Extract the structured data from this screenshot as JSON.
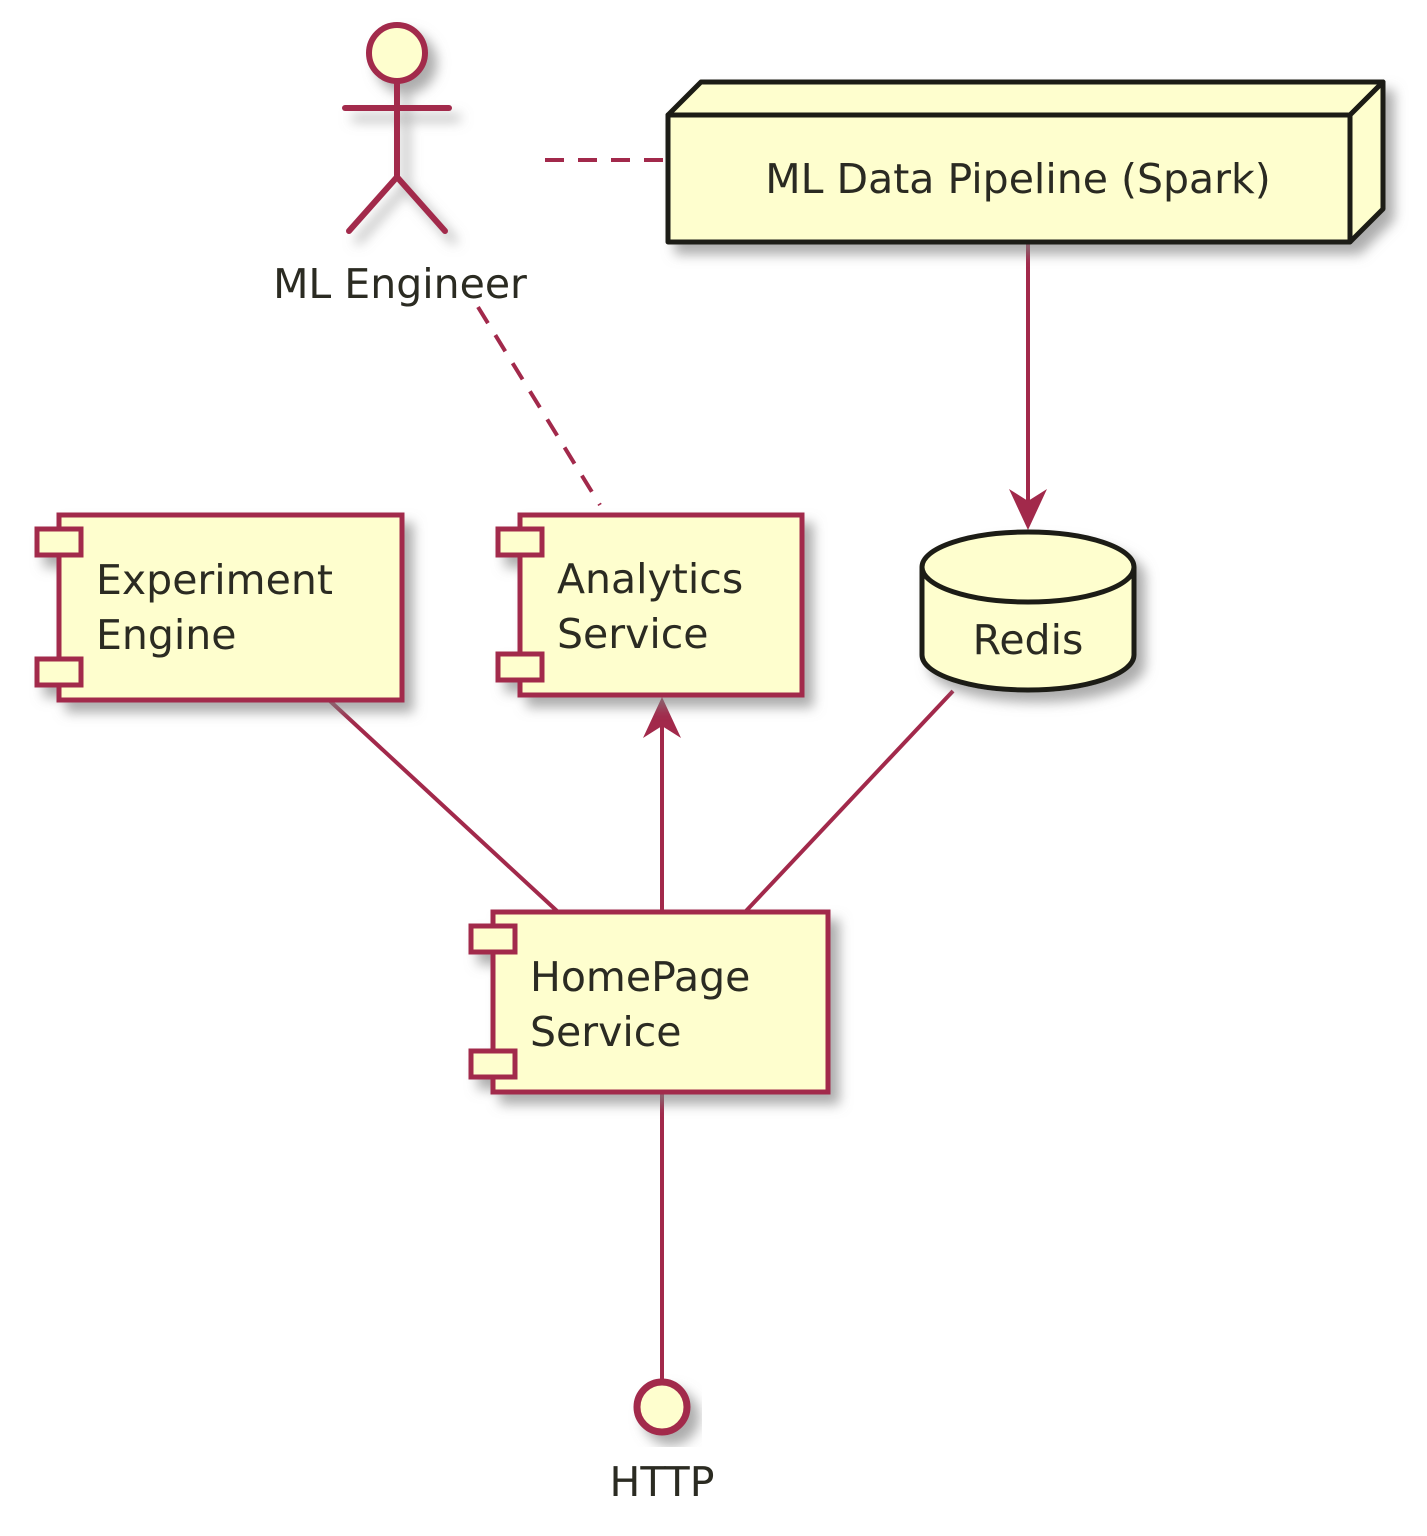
{
  "diagram": {
    "kind": "uml-component-diagram",
    "background": "#FFFFFF"
  },
  "actor": {
    "label": "ML Engineer",
    "shape": "stick-figure"
  },
  "nodes": {
    "pipeline": {
      "label": "ML Data Pipeline (Spark)",
      "shape": "node-3d-box"
    },
    "experiment": {
      "lines": [
        "Experiment",
        "Engine"
      ],
      "shape": "component"
    },
    "analytics": {
      "lines": [
        "Analytics",
        "Service"
      ],
      "shape": "component"
    },
    "homepage": {
      "lines": [
        "HomePage",
        "Service"
      ],
      "shape": "component"
    },
    "redis": {
      "label": "Redis",
      "shape": "database-cylinder"
    },
    "http": {
      "label": "HTTP",
      "shape": "interface-circle"
    }
  },
  "edges": [
    {
      "from": "ml-engineer",
      "to": "pipeline",
      "style": "dashed",
      "arrow": "none"
    },
    {
      "from": "ml-engineer",
      "to": "analytics",
      "style": "dashed",
      "arrow": "none"
    },
    {
      "from": "pipeline",
      "to": "redis",
      "style": "solid",
      "arrow": "to"
    },
    {
      "from": "experiment",
      "to": "homepage",
      "style": "solid",
      "arrow": "none"
    },
    {
      "from": "homepage",
      "to": "analytics",
      "style": "solid",
      "arrow": "to"
    },
    {
      "from": "redis",
      "to": "homepage",
      "style": "solid",
      "arrow": "none"
    },
    {
      "from": "homepage",
      "to": "http",
      "style": "solid",
      "arrow": "none"
    }
  ],
  "colors": {
    "shape_fill": "#FEFECE",
    "component_border": "#A2294B",
    "node_border": "#1F1F13",
    "edge": "#A2294B",
    "text": "#2B2B22",
    "shadow": "#808080"
  }
}
